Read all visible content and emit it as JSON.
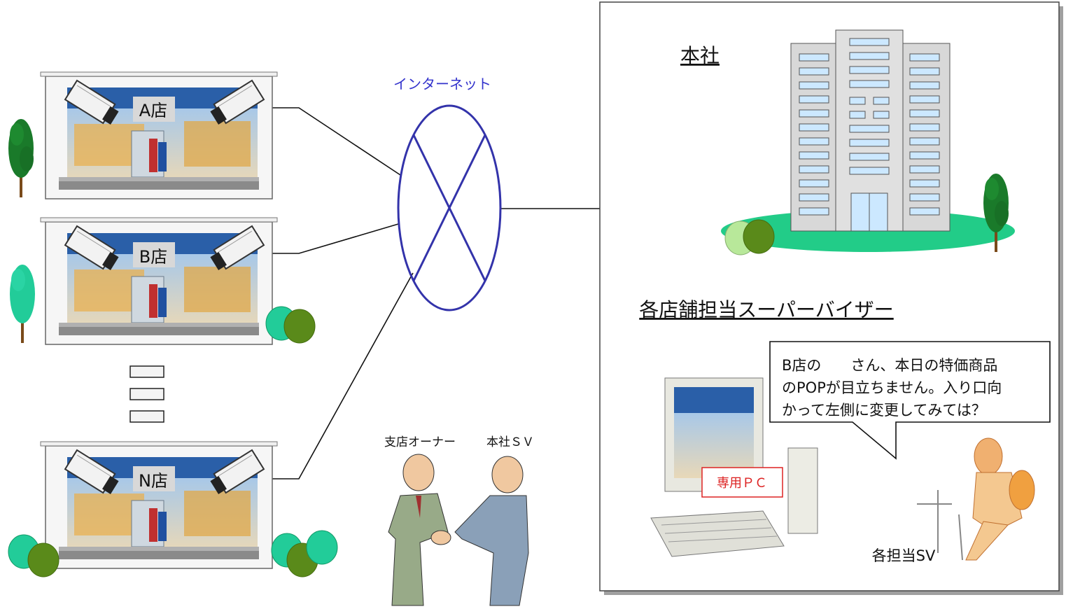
{
  "internet": {
    "label": "インターネット"
  },
  "stores": [
    {
      "id": "a",
      "label": "A店"
    },
    {
      "id": "b",
      "label": "B店"
    },
    {
      "id": "n",
      "label": "N店"
    }
  ],
  "headquarters": {
    "title": "本社",
    "supervisor_heading": "各店舗担当スーパーバイザー",
    "speech_lines": [
      "B店の　　さん、本日の特価商品",
      "のPOPが目立ちません。入り口向",
      "かって左側に変更してみては？"
    ],
    "pc_label": "専用ＰＣ",
    "sv_label": "各担当SV"
  },
  "handshake": {
    "owner_label": "支店オーナー",
    "hq_sv_label": "本社ＳＶ"
  },
  "colors": {
    "network": "#3333aa",
    "internet_text": "#3333cc",
    "pc_label": "#dd2222",
    "lawn": "#22cc88"
  }
}
